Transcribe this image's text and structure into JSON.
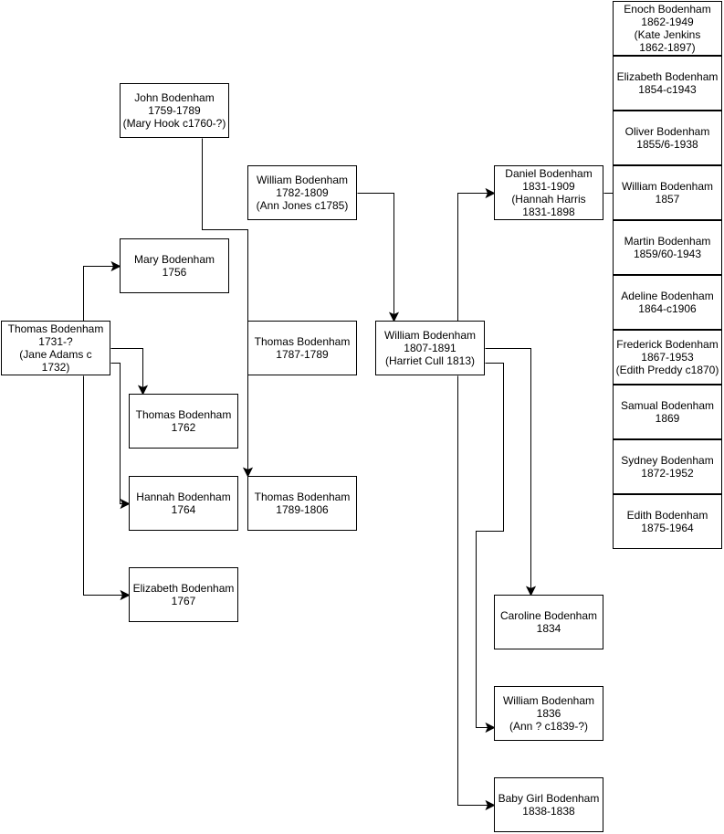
{
  "colors": {
    "line": "#000000",
    "box_border": "#000000",
    "box_fill": "#ffffff",
    "text": "#000000"
  },
  "nodes": {
    "john": {
      "lines": [
        "John Bodenham",
        "1759-1789",
        "(Mary Hook c1760-?)"
      ]
    },
    "william1782": {
      "lines": [
        "William Bodenham",
        "1782-1809",
        "(Ann Jones c1785)"
      ]
    },
    "mary": {
      "lines": [
        "Mary Bodenham",
        "1756"
      ]
    },
    "thomas1731": {
      "lines": [
        "Thomas Bodenham",
        "1731-?",
        "(Jane Adams c",
        "1732)"
      ]
    },
    "thomas1787": {
      "lines": [
        "Thomas Bodenham",
        "1787-1789"
      ]
    },
    "thomas1762": {
      "lines": [
        "Thomas Bodenham",
        "1762"
      ]
    },
    "hannah": {
      "lines": [
        "Hannah Bodenham",
        "1764"
      ]
    },
    "thomas1789": {
      "lines": [
        "Thomas Bodenham",
        "1789-1806"
      ]
    },
    "elizabeth1767": {
      "lines": [
        "Elizabeth Bodenham",
        "1767"
      ]
    },
    "william1807": {
      "lines": [
        "William Bodenham",
        "1807-1891",
        "(Harriet Cull 1813)"
      ]
    },
    "daniel": {
      "lines": [
        "Daniel Bodenham",
        "1831-1909",
        "(Hannah Harris",
        "1831-1898"
      ]
    },
    "caroline": {
      "lines": [
        "Caroline Bodenham",
        "1834"
      ]
    },
    "william1836": {
      "lines": [
        "William Bodenham",
        "1836",
        "(Ann ? c1839-?)"
      ]
    },
    "babygirl": {
      "lines": [
        "Baby Girl Bodenham",
        "1838-1838"
      ]
    },
    "enoch": {
      "lines": [
        "Enoch Bodenham",
        "1862-1949",
        "(Kate Jenkins",
        "1862-1897)"
      ]
    },
    "elizabeth1854": {
      "lines": [
        "Elizabeth Bodenham",
        "1854-c1943"
      ]
    },
    "oliver": {
      "lines": [
        "Oliver Bodenham",
        "1855/6-1938"
      ]
    },
    "william1857": {
      "lines": [
        "William Bodenham",
        "1857"
      ]
    },
    "martin": {
      "lines": [
        "Martin Bodenham",
        "1859/60-1943"
      ]
    },
    "adeline": {
      "lines": [
        "Adeline Bodenham",
        "1864-c1906"
      ]
    },
    "frederick": {
      "lines": [
        "Frederick Bodenham",
        "1867-1953",
        "(Edith Preddy c1870)"
      ]
    },
    "samual": {
      "lines": [
        "Samual Bodenham",
        "1869"
      ]
    },
    "sydney": {
      "lines": [
        "Sydney Bodenham",
        "1872-1952"
      ]
    },
    "edith": {
      "lines": [
        "Edith Bodenham",
        "1875-1964"
      ]
    }
  }
}
